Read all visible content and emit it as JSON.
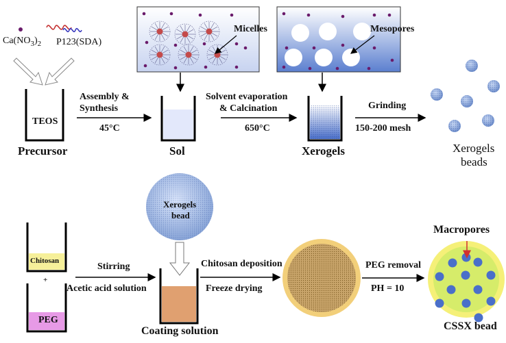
{
  "colors": {
    "ion_dot": "#6a1b6b",
    "micelle": "#c44a4a",
    "micelle_ring": "#5a5a8a",
    "xerogel_blue": "#5b7fcf",
    "xerogel_light": "#dbe6fb",
    "sol": "#e3e8fb",
    "chitosan": "#f6f09a",
    "peg": "#e79ae6",
    "coating": "#e0a070",
    "disc_fill": "#c8a46a",
    "disc_ring": "#f2cf7a",
    "cssx_fill": "#d6ec6a",
    "cssx_ring": "#f5f078",
    "macropore": "#4a6fc9",
    "arrow": "#000000",
    "red_arrow": "#d23030"
  },
  "top": {
    "reagent_left": "Ca(NO3)2",
    "reagent_left_base": "Ca(NO",
    "reagent_left_sub3": "3",
    "reagent_left_close": ")",
    "reagent_left_sub2": "2",
    "reagent_right": "P123(SDA)",
    "beaker1_text": "TEOS",
    "precursor": "Precursor",
    "step1_line1": "Assembly &",
    "step1_line2": "Synthesis",
    "step1_temp": "45°C",
    "sol": "Sol",
    "micelles": "Micelles",
    "step2_line1": "Solvent evaporation",
    "step2_line2": "& Calcination",
    "step2_temp": "650°C",
    "xerogels": "Xerogels",
    "mesopores": "Mesopores",
    "step3_line1": "Grinding",
    "step3_line2": "150-200 mesh",
    "beads_line1": "Xerogels",
    "beads_line2": "beads"
  },
  "bottom": {
    "chitosan": "Chitosan",
    "plus": "+",
    "peg": "PEG",
    "stirring": "Stirring",
    "acetic": "Acetic acid solution",
    "xerogel_bead_line1": "Xerogels",
    "xerogel_bead_line2": "bead",
    "coating_solution": "Coating solution",
    "deposition": "Chitosan deposition",
    "freeze": "Freeze drying",
    "peg_removal": "PEG removal",
    "ph": "PH = 10",
    "macropores": "Macropores",
    "cssx": "CSSX bead"
  }
}
